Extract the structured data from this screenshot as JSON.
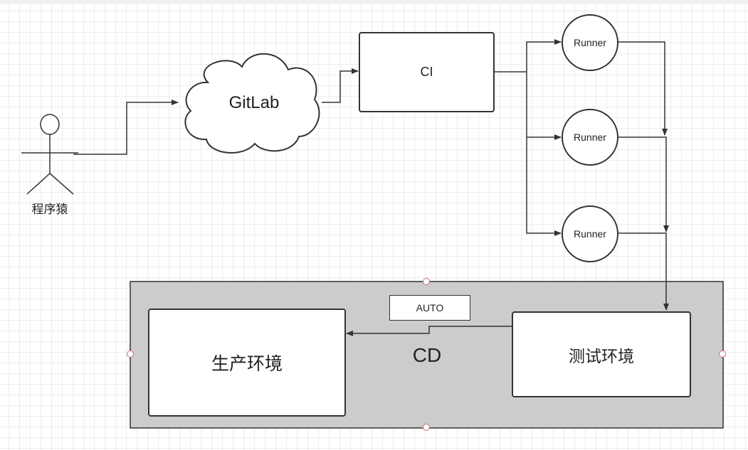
{
  "actor": {
    "label": "程序猿"
  },
  "gitlab": {
    "label": "GitLab"
  },
  "ci": {
    "label": "CI"
  },
  "runners": [
    {
      "label": "Runner"
    },
    {
      "label": "Runner"
    },
    {
      "label": "Runner"
    }
  ],
  "cd": {
    "label": "CD",
    "auto_label": "AUTO",
    "production_label": "生产环境",
    "test_label": "测试环境"
  }
}
